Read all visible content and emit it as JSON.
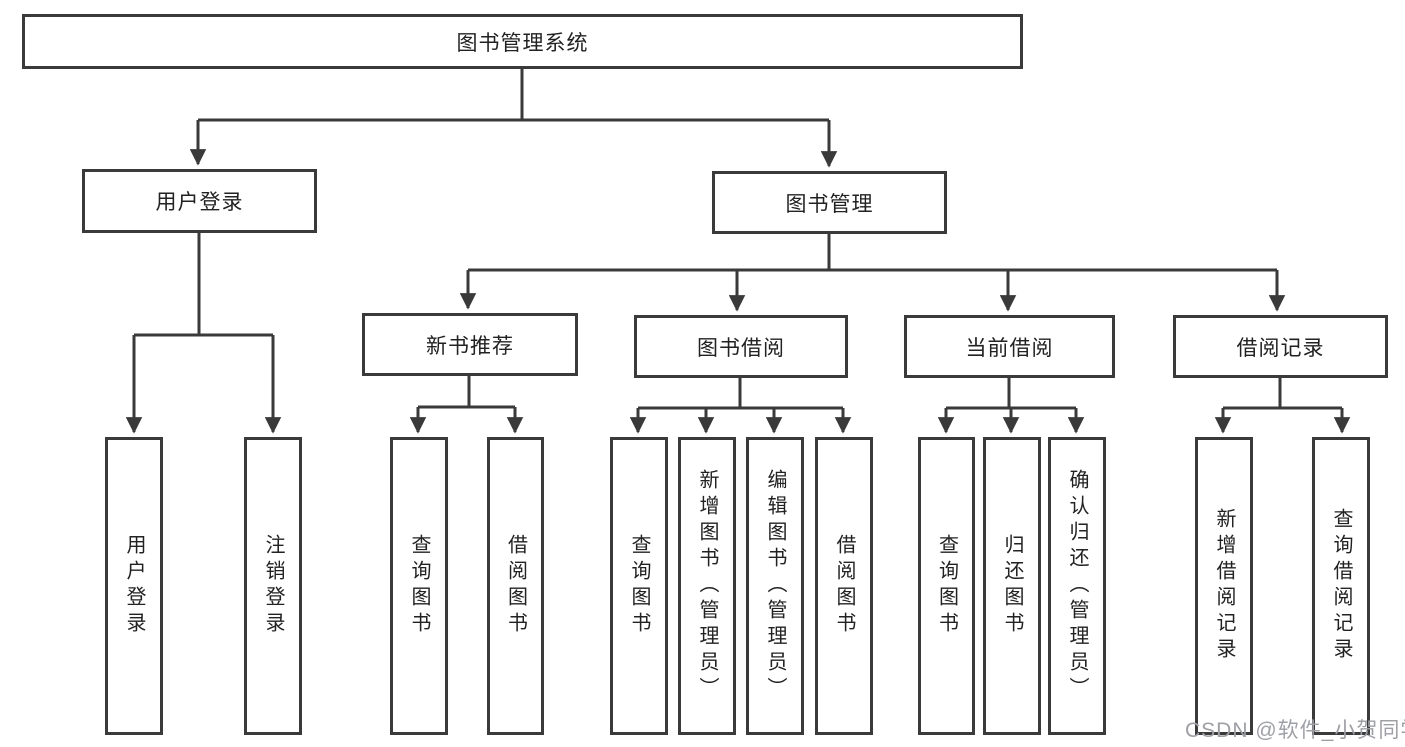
{
  "diagram": {
    "type": "hierarchy-tree",
    "title": "图书管理系统",
    "watermark": "CSDN @软件_小贺同学",
    "colors": {
      "line": "#3a3a3a",
      "box_border": "#3a3a3a",
      "text": "#222222",
      "watermark": "#9fa0a6",
      "background": "#ffffff"
    },
    "nodes": {
      "root": {
        "label": "图书管理系统"
      },
      "user_login": {
        "label": "用户登录"
      },
      "book_mgmt": {
        "label": "图书管理"
      },
      "new_book": {
        "label": "新书推荐"
      },
      "book_borrow": {
        "label": "图书借阅"
      },
      "current_borrow": {
        "label": "当前借阅"
      },
      "borrow_records": {
        "label": "借阅记录"
      },
      "ul_user_login": {
        "label": "用户登录"
      },
      "ul_logout": {
        "label": "注销登录"
      },
      "nb_query_book": {
        "label": "查询图书"
      },
      "nb_borrow_book": {
        "label": "借阅图书"
      },
      "bb_query_book": {
        "label": "查询图书"
      },
      "bb_add_book": {
        "label": "新增图书（管理员）"
      },
      "bb_edit_book": {
        "label": "编辑图书（管理员）"
      },
      "bb_borrow_book": {
        "label": "借阅图书"
      },
      "cb_query_book": {
        "label": "查询图书"
      },
      "cb_return_book": {
        "label": "归还图书"
      },
      "cb_confirm_return": {
        "label": "确认归还（管理员）"
      },
      "br_add_record": {
        "label": "新增借阅记录"
      },
      "br_query_record": {
        "label": "查询借阅记录"
      }
    },
    "hierarchy": {
      "图书管理系统": [
        "用户登录",
        "图书管理"
      ],
      "用户登录": [
        "用户登录",
        "注销登录"
      ],
      "图书管理": [
        "新书推荐",
        "图书借阅",
        "当前借阅",
        "借阅记录"
      ],
      "新书推荐": [
        "查询图书",
        "借阅图书"
      ],
      "图书借阅": [
        "查询图书",
        "新增图书（管理员）",
        "编辑图书（管理员）",
        "借阅图书"
      ],
      "当前借阅": [
        "查询图书",
        "归还图书",
        "确认归还（管理员）"
      ],
      "借阅记录": [
        "新增借阅记录",
        "查询借阅记录"
      ]
    }
  }
}
